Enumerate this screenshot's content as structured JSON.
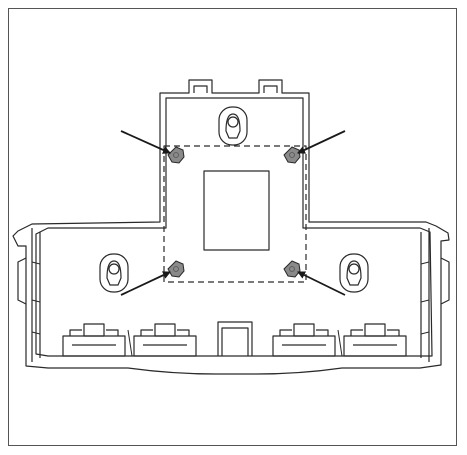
{
  "figure": {
    "kind": "wall-mount bracket line drawing",
    "callout_count": 4,
    "mount_points": [
      "top-left-screw",
      "top-right-screw",
      "bottom-left-screw",
      "bottom-right-screw"
    ],
    "colors": {
      "line": "#2a2a2a",
      "screw_fill": "#8a8a8a",
      "frame": "#555555"
    }
  }
}
